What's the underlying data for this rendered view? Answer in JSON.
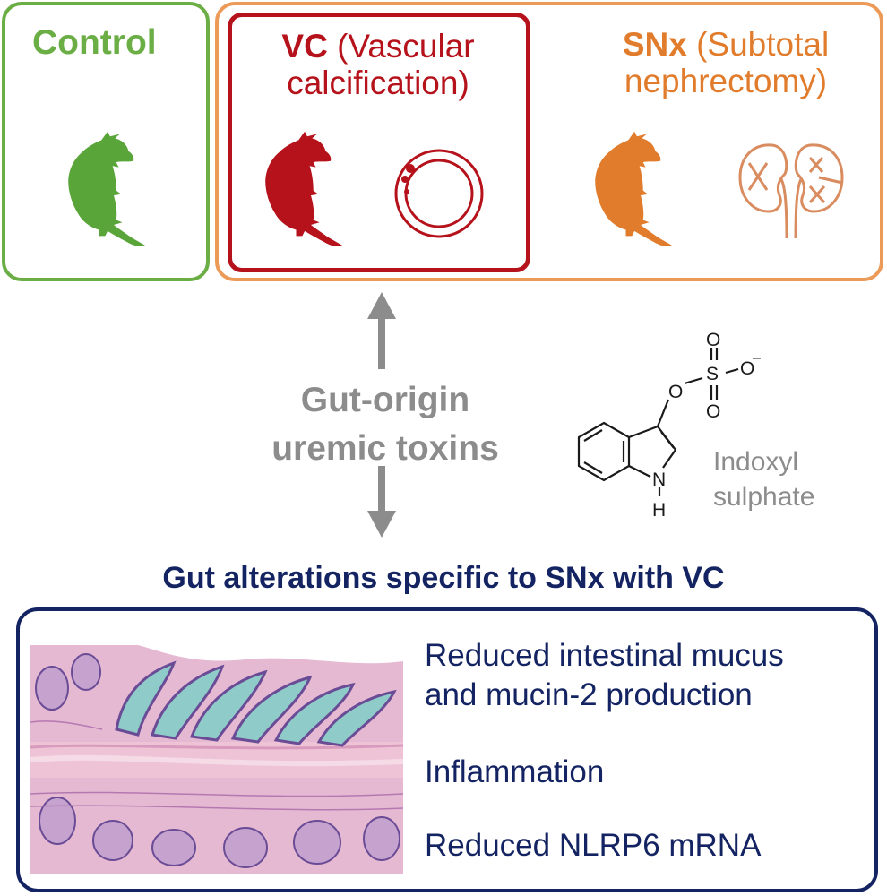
{
  "groups": {
    "control": {
      "label": "Control",
      "color": "#6cae46"
    },
    "vc": {
      "abbr": "VC",
      "name_line1": "(Vascular",
      "name_line2": "calcification)",
      "color": "#b5121b"
    },
    "snx": {
      "abbr": "SNx",
      "name_line1": "(Subtotal",
      "name_line2": "nephrectomy)",
      "color": "#e17c2c",
      "border_color": "#ec9a58"
    }
  },
  "toxins": {
    "line1": "Gut-origin",
    "line2": "uremic toxins",
    "color": "#8c8c8c"
  },
  "molecule": {
    "name_line1": "Indoxyl",
    "name_line2": "sulphate",
    "atoms": {
      "oxygen": "O",
      "sulfur": "S",
      "charge": "–",
      "nitrogen": "N",
      "hydrogen": "H"
    }
  },
  "gut_alterations": {
    "heading": "Gut alterations specific to SNx with VC",
    "color": "#142462",
    "findings": [
      "Reduced intestinal mucus",
      "and mucin-2 production",
      "Inflammation",
      "Reduced NLRP6 mRNA"
    ]
  }
}
